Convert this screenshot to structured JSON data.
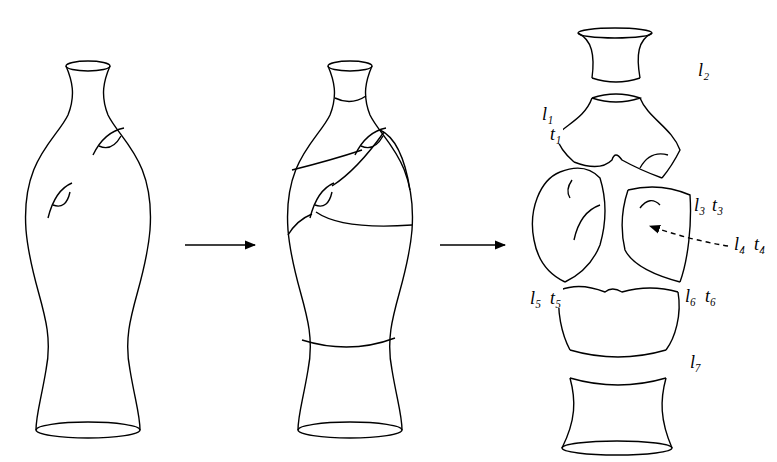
{
  "diagram": {
    "labels": [
      "l₂",
      "l₁",
      "t₁",
      "l₃",
      "t₃",
      "l₄",
      "t₄",
      "l₅",
      "t₅",
      "l₆",
      "t₆",
      "l₇"
    ]
  }
}
